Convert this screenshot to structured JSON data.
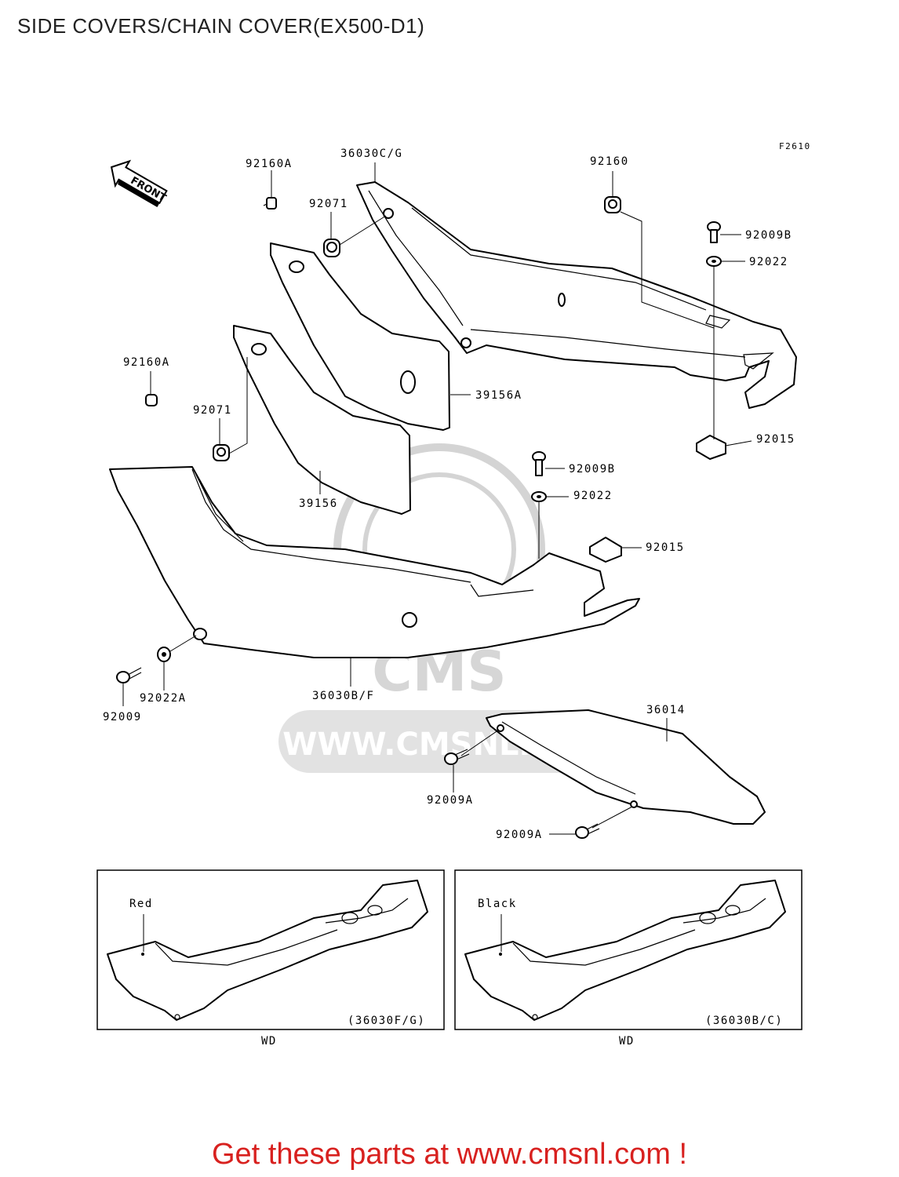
{
  "title": "SIDE COVERS/CHAIN COVER(EX500-D1)",
  "figure_code": "F2610",
  "front_label": "FRONT",
  "watermark": {
    "brand": "CMS",
    "url": "WWW.CMSNL.COM"
  },
  "parts": {
    "p92160A_top": "92160A",
    "p36030CG": "36030C/G",
    "p92160": "92160",
    "p92071_top": "92071",
    "p92009B_top": "92009B",
    "p92022_top": "92022",
    "p92160A_left": "92160A",
    "p39156A": "39156A",
    "p92071_left": "92071",
    "p92015_top": "92015",
    "p92009B_mid": "92009B",
    "p92022_mid": "92022",
    "p39156": "39156",
    "p92015_mid": "92015",
    "p36030BF": "36030B/F",
    "p92022A": "92022A",
    "p92009": "92009",
    "p36014": "36014",
    "p92009A_1": "92009A",
    "p92009A_2": "92009A"
  },
  "inset_left": {
    "color_label": "Red",
    "code": "(36030F/G)",
    "caption": "WD"
  },
  "inset_right": {
    "color_label": "Black",
    "code": "(36030B/C)",
    "caption": "WD"
  },
  "footer": "Get these parts at www.cmsnl.com !"
}
